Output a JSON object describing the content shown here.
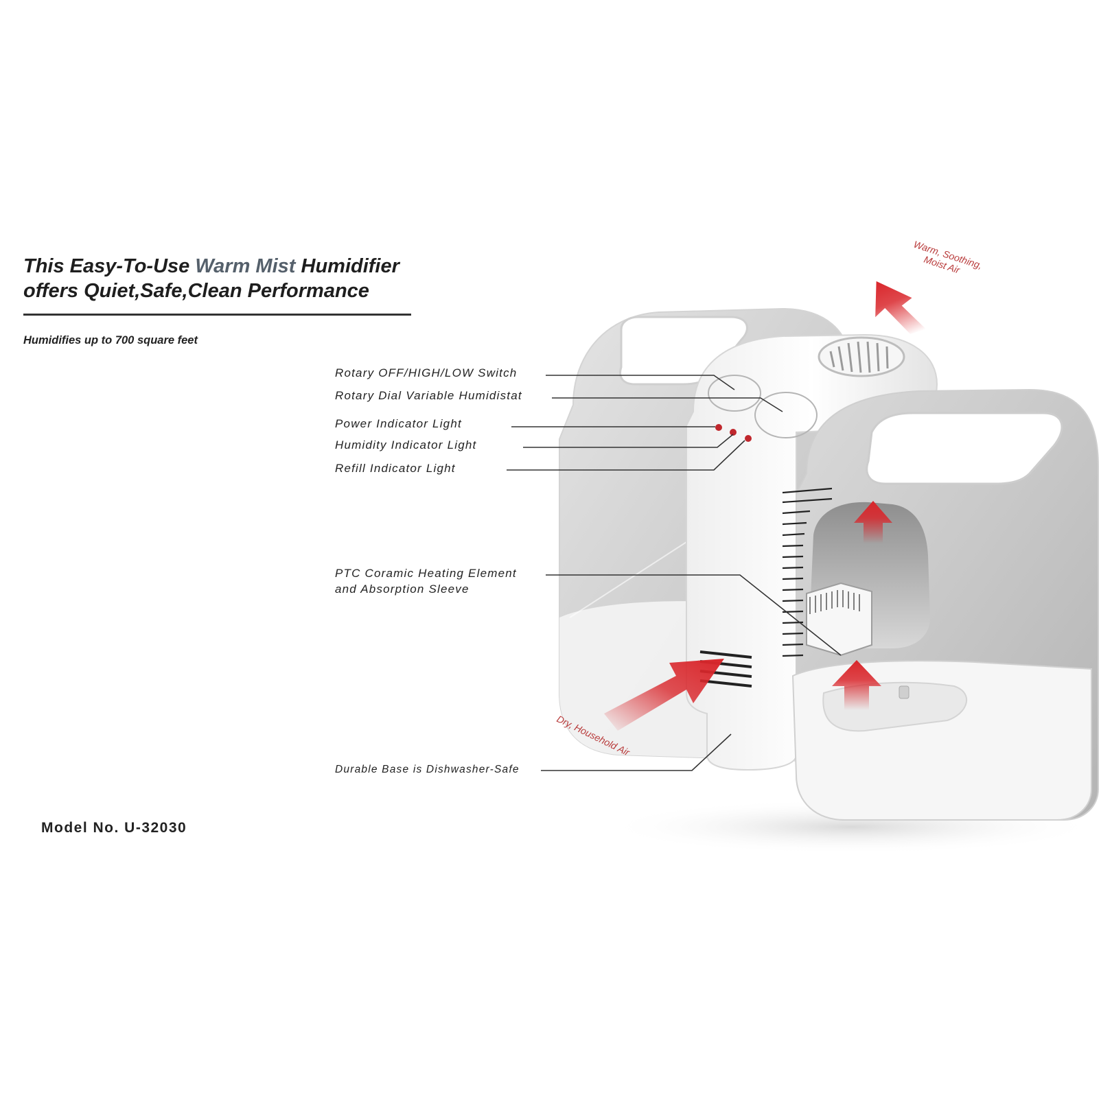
{
  "headline": {
    "line1_prefix": "This Easy-To-Use ",
    "line1_accent": "Warm Mist",
    "line1_suffix": " Humidifier",
    "line2": "offers Quiet,Safe,Clean Performance"
  },
  "subhead": "Humidifies up to 700 square feet",
  "model": "Model No. U-32030",
  "callouts": {
    "rotary_switch": "Rotary OFF/HIGH/LOW Switch",
    "humidistat": "Rotary Dial Variable Humidistat",
    "power_light": "Power Indicator Light",
    "humidity_light": "Humidity Indicator Light",
    "refill_light": "Refill Indicator Light",
    "heating_line1": "PTC Coramic Heating Element",
    "heating_line2": "and Absorption Sleeve",
    "base": "Durable Base is Dishwasher-Safe"
  },
  "air": {
    "out_line1": "Warm, Soothing,",
    "out_line2": "Moist Air",
    "in": "Dry, Household Air"
  },
  "colors": {
    "arrow_red": "#d9262b",
    "accent_text": "#55606b",
    "body_gray": "#c8c8c8"
  }
}
